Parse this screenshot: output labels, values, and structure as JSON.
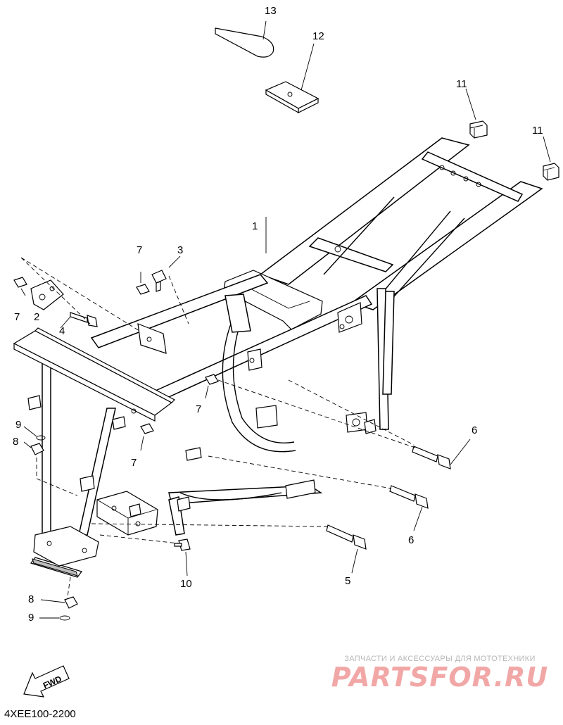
{
  "diagram": {
    "callouts": [
      {
        "id": "c13",
        "text": "13"
      },
      {
        "id": "c12",
        "text": "12"
      },
      {
        "id": "c11a",
        "text": "11"
      },
      {
        "id": "c11b",
        "text": "11"
      },
      {
        "id": "c1",
        "text": "1"
      },
      {
        "id": "c7a",
        "text": "7"
      },
      {
        "id": "c3",
        "text": "3"
      },
      {
        "id": "c7b",
        "text": "7"
      },
      {
        "id": "c2",
        "text": "2"
      },
      {
        "id": "c4",
        "text": "4"
      },
      {
        "id": "c7c",
        "text": "7"
      },
      {
        "id": "c9a",
        "text": "9"
      },
      {
        "id": "c8a",
        "text": "8"
      },
      {
        "id": "c7d",
        "text": "7"
      },
      {
        "id": "c6a",
        "text": "6"
      },
      {
        "id": "c6b",
        "text": "6"
      },
      {
        "id": "c5",
        "text": "5"
      },
      {
        "id": "c10",
        "text": "10"
      },
      {
        "id": "c8b",
        "text": "8"
      },
      {
        "id": "c9b",
        "text": "9"
      }
    ],
    "fwd_label": "FWD",
    "diagram_code": "4XEE100-2200"
  },
  "watermark": {
    "subtitle": "ЗАПЧАСТИ И АКСЕССУАРЫ ДЛЯ МОТОТЕХНИКИ",
    "logo": "PARTSFOR.RU",
    "logo_color": "#f2a7a7",
    "subtitle_color": "#b7b7b7"
  }
}
